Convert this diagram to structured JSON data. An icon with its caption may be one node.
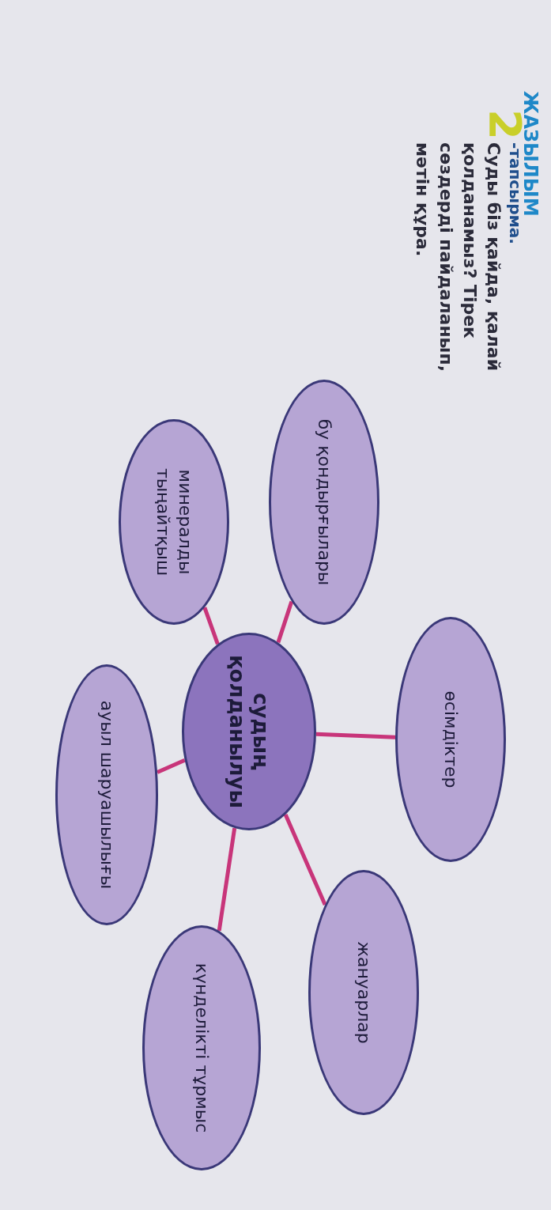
{
  "diagram": {
    "title": "ЖАЗЫЛЫМ",
    "nodes": [
      {
        "text": [
          "бу қондырғылары"
        ]
      },
      {
        "text": [
          "өсімдіктер"
        ]
      },
      {
        "text": [
          "жануарлар"
        ]
      },
      {
        "text": [
          "судың қолданылуы"
        ]
      },
      {
        "text": [
          "минералды тыңайтқыш"
        ]
      },
      {
        "text": [
          "ауыл шаруашылығы"
        ]
      },
      {
        "text": [
          "күнделікті тұрмыс"
        ]
      }
    ],
    "edges": [
      {
        "from": 3,
        "to": 0,
        "arrow": "none"
      },
      {
        "from": 3,
        "to": 1,
        "arrow": "none"
      },
      {
        "from": 3,
        "to": 2,
        "arrow": "none"
      },
      {
        "from": 3,
        "to": 4,
        "arrow": "none"
      },
      {
        "from": 3,
        "to": 5,
        "arrow": "none"
      },
      {
        "from": 3,
        "to": 6,
        "arrow": "none"
      }
    ],
    "labels": [
      "2",
      "-тапсырма.",
      "Суды біз қайда, қалай қолданамыз? Тірек сөздерді пайдаланып, мәтін құра."
    ]
  }
}
